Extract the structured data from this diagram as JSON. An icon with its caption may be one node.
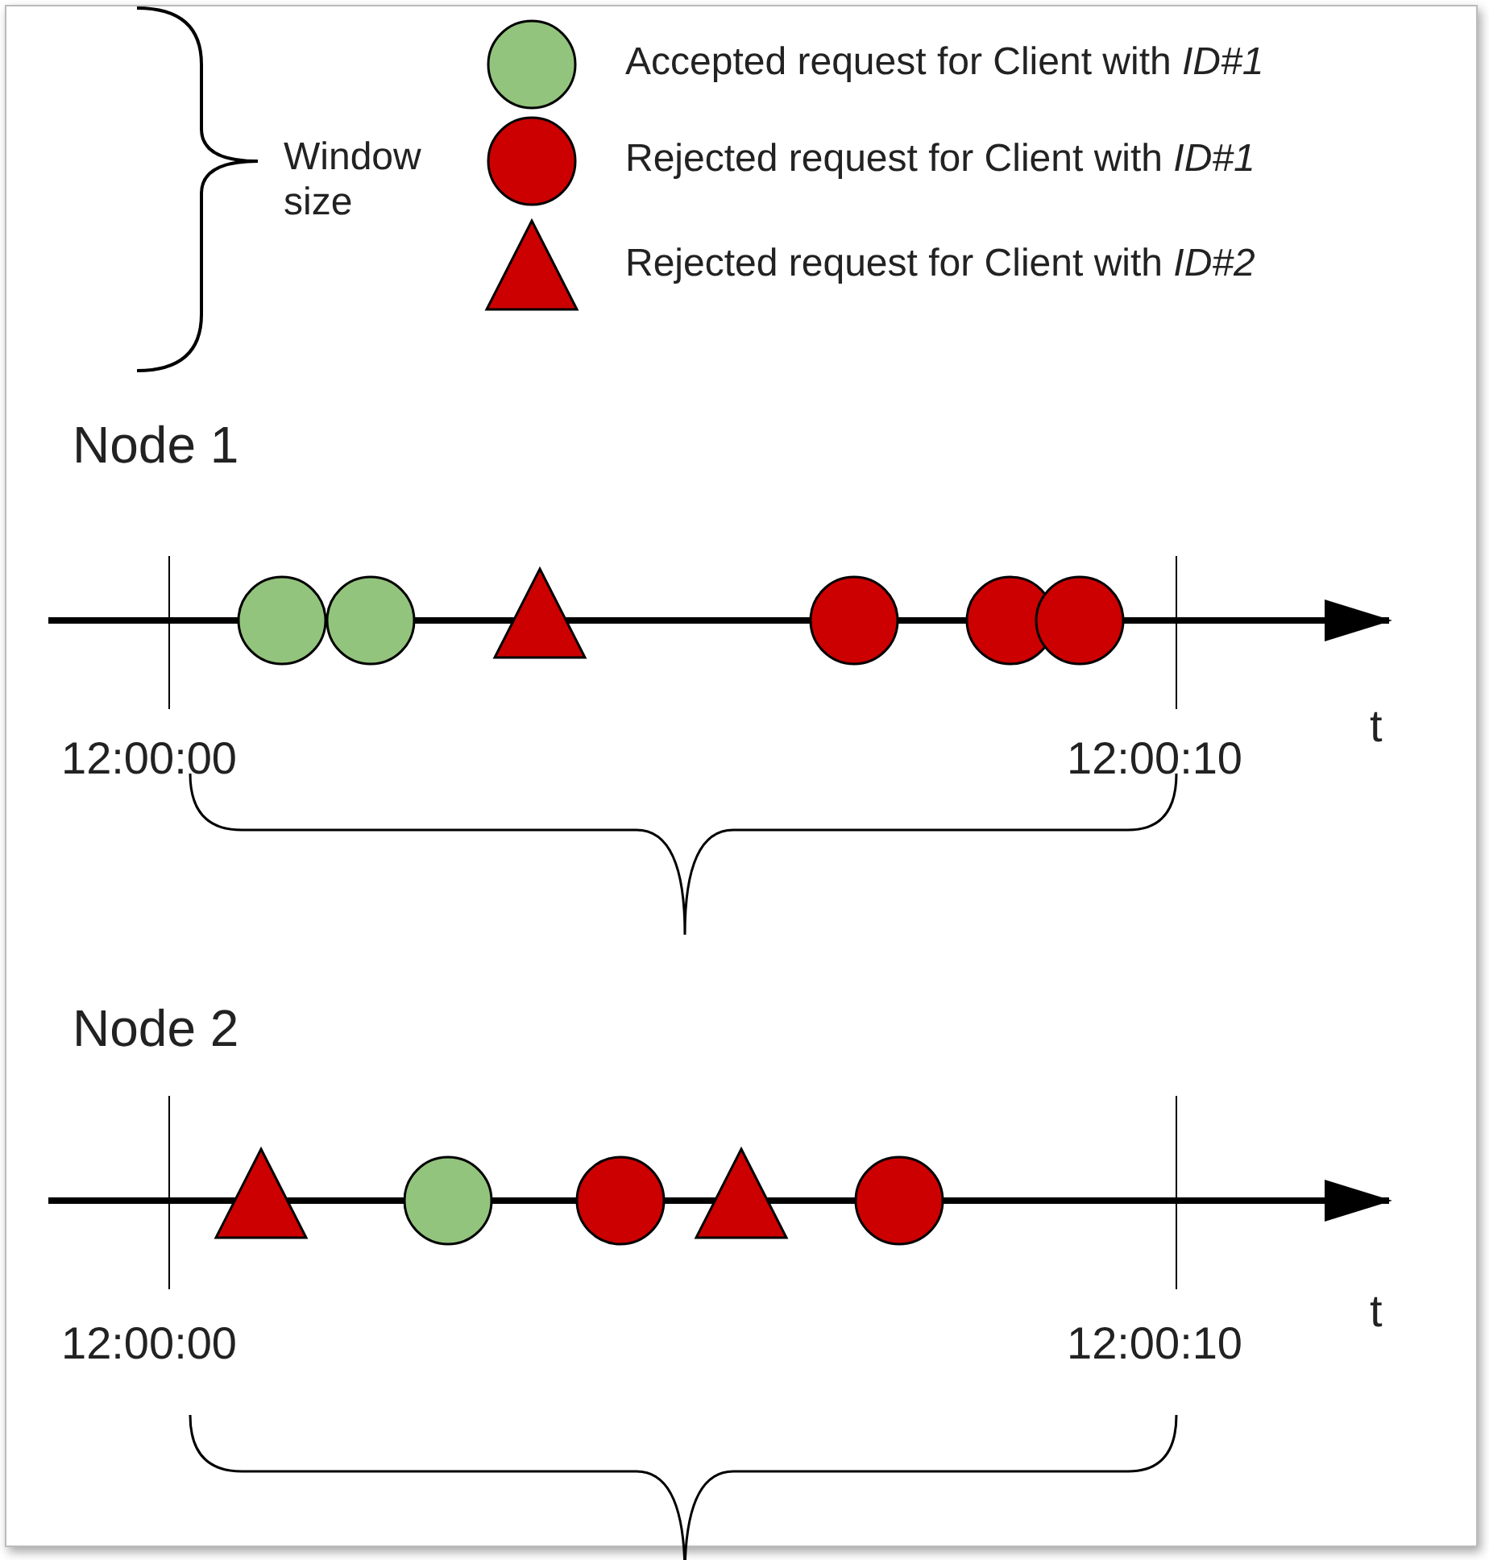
{
  "diagram": {
    "labels": [
      "Window size",
      "Node 1",
      "12:00:00",
      "12:00:10",
      "t",
      "Node 2",
      "12:00:00",
      "12:00:10",
      "t"
    ],
    "legend": [
      {
        "text": "Accepted request for Client with *ID#1*",
        "color": "#93c47d"
      },
      {
        "text": "Rejected request for Client with *ID#1*",
        "color": "#cc0000"
      },
      {
        "text": "Rejected request for Client with *ID#2*",
        "color": "#cc0000"
      }
    ]
  }
}
